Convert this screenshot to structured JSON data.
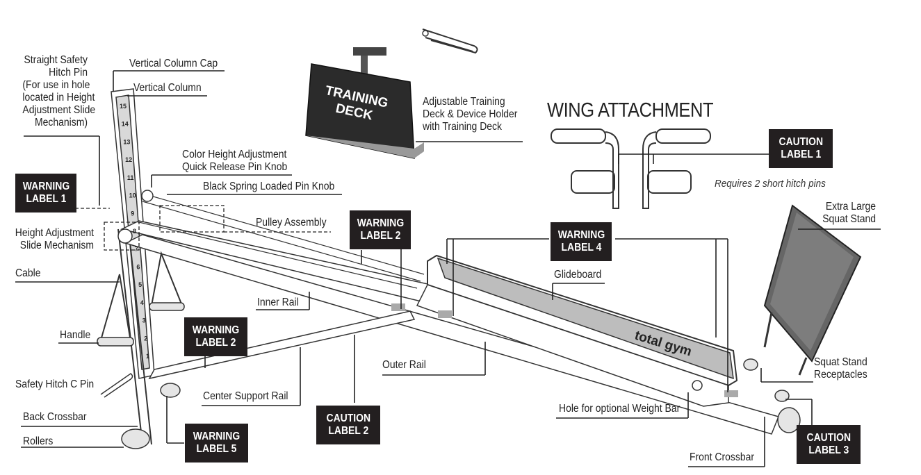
{
  "diagram": {
    "labels": {
      "straight_safety_hitch_pin": "Straight Safety\nHitch Pin\n(For use in hole\nlocated in Height\nAdjustment Slide\nMechanism)",
      "vertical_column_cap": "Vertical Column Cap",
      "vertical_column": "Vertical Column",
      "color_height_adjustment": "Color Height Adjustment\nQuick Release Pin Knob",
      "black_spring_loaded_pin_knob": "Black Spring Loaded Pin Knob",
      "pulley_assembly": "Pulley Assembly",
      "height_adjustment_slide": "Height Adjustment\nSlide Mechanism",
      "cable": "Cable",
      "handle": "Handle",
      "safety_hitch_c_pin": "Safety Hitch C Pin",
      "back_crossbar": "Back Crossbar",
      "rollers": "Rollers",
      "inner_rail": "Inner Rail",
      "center_support_rail": "Center Support Rail",
      "outer_rail": "Outer Rail",
      "glideboard": "Glideboard",
      "hole_weight_bar": "Hole for optional Weight Bar",
      "front_crossbar": "Front Crossbar",
      "squat_stand_receptacles": "Squat Stand\nReceptacles",
      "extra_large_squat_stand": "Extra Large\nSquat Stand",
      "training_deck_holder": "Adjustable Training\nDeck & Device Holder\nwith Training Deck",
      "wing_attachment_title": "WING ATTACHMENT",
      "wing_note": "Requires 2 short hitch pins"
    },
    "badges": {
      "warning_1": "WARNING\nLABEL 1",
      "warning_2_upper": "WARNING\nLABEL 2",
      "warning_2_lower": "WARNING\nLABEL 2",
      "warning_4": "WARNING\nLABEL 4",
      "warning_5": "WARNING\nLABEL 5",
      "caution_1": "CAUTION\nLABEL 1",
      "caution_2": "CAUTION\nLABEL 2",
      "caution_3": "CAUTION\nLABEL 3"
    },
    "artwork_text": {
      "training_deck_title": "TRAINING\nDECK",
      "brand": "total gym",
      "column_numbers": [
        "15",
        "14",
        "13",
        "12",
        "11",
        "10",
        "9",
        "8",
        "7",
        "6",
        "5",
        "4",
        "3",
        "2",
        "1"
      ]
    },
    "colors": {
      "ink": "#231f20",
      "line": "#333333",
      "frame_gray": "#d9d9d9",
      "deck_dark": "#2b2b2b",
      "glideboard_stripe": "#bdbdbd"
    }
  }
}
